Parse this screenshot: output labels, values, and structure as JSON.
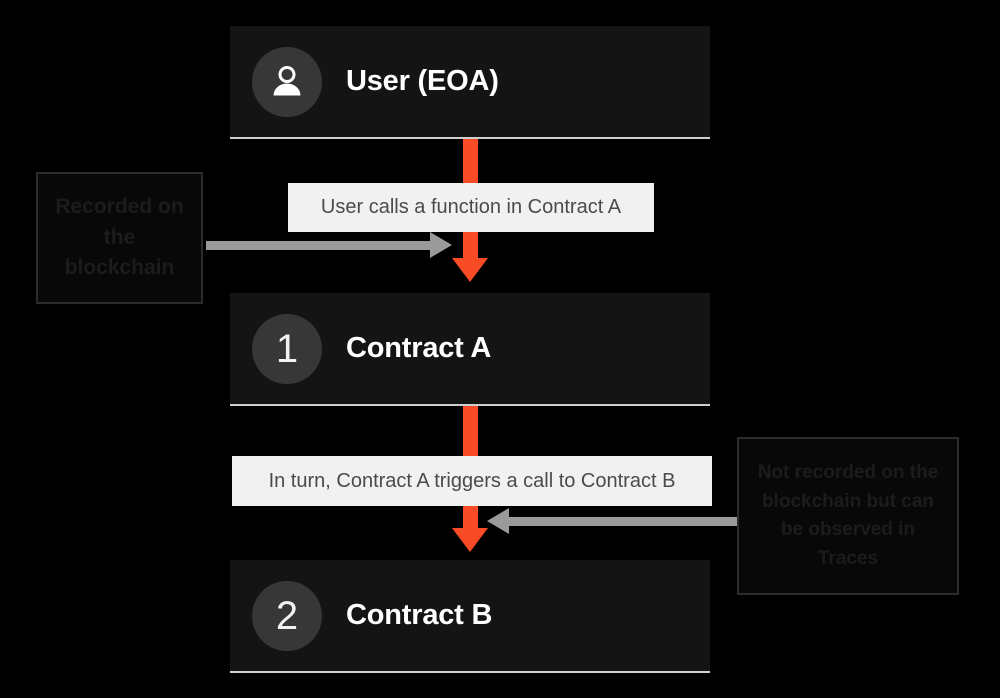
{
  "diagram": {
    "title": "Contract call flow recorded on the blockchain",
    "background_color": "#000000",
    "accent_color": "#fa4b27",
    "connector_color": "#9a9a9a",
    "node_bg_color": "#141414",
    "caption_bg_color": "#f1f1f1"
  },
  "nodes": [
    {
      "id": "user",
      "badge_kind": "icon",
      "badge_icon": "person-icon",
      "badge_text": "",
      "label": "User (EOA)"
    },
    {
      "id": "contract-a",
      "badge_kind": "number",
      "badge_icon": "",
      "badge_text": "1",
      "label": "Contract A"
    },
    {
      "id": "contract-b",
      "badge_kind": "number",
      "badge_icon": "",
      "badge_text": "2",
      "label": "Contract B"
    }
  ],
  "captions": [
    {
      "id": "caption-user-to-a",
      "text": "User calls a function in Contract A"
    },
    {
      "id": "caption-a-to-b",
      "text": "In turn, Contract A triggers a call to Contract B"
    }
  ],
  "callouts": [
    {
      "id": "callout-recorded",
      "text": "Recorded on the blockchain",
      "points_to": "caption-user-to-a",
      "arrow_direction": "right"
    },
    {
      "id": "callout-not-recorded",
      "text": "Not recorded on the blockchain but can be observed in Traces",
      "points_to": "caption-a-to-b",
      "arrow_direction": "left"
    }
  ]
}
